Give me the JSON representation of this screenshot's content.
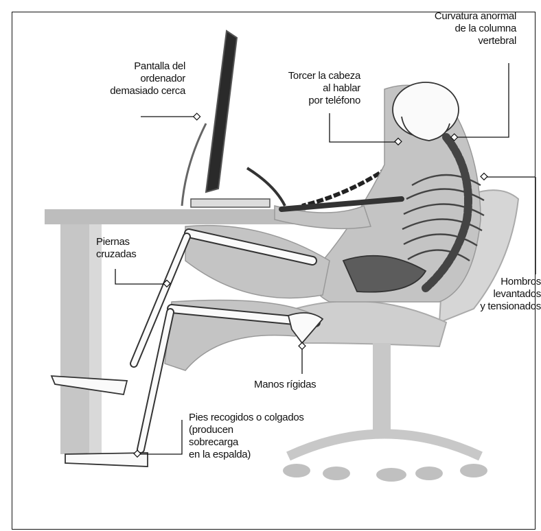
{
  "labels": {
    "spine": [
      "Curvatura anormal",
      "de la columna",
      "vertebral"
    ],
    "screen": [
      "Pantalla del",
      "ordenador",
      "demasiado cerca"
    ],
    "head": [
      "Torcer la cabeza",
      "al hablar",
      "por teléfono"
    ],
    "legs": [
      "Piernas",
      "cruzadas"
    ],
    "shoulders": [
      "Hombros",
      "levantados",
      "y tensionados"
    ],
    "hands": [
      "Manos rígidas"
    ],
    "feet": [
      "Pies recogidos o colgados",
      "(producen",
      "sobrecarga",
      "en la espalda)"
    ]
  }
}
